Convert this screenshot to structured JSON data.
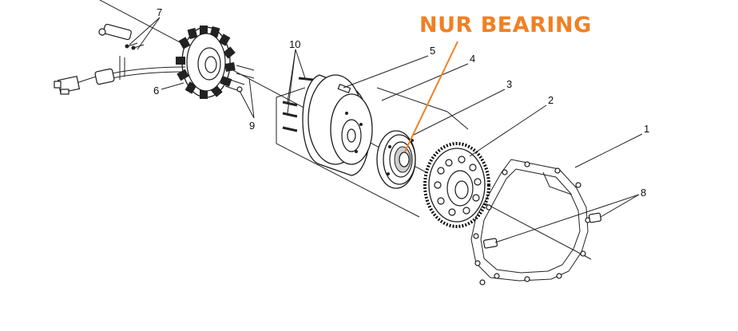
{
  "callout": {
    "title": "NUR BEARING",
    "color": "#F08024"
  },
  "part_numbers": {
    "p1": "1",
    "p2": "2",
    "p3": "3",
    "p4": "4",
    "p5": "5",
    "p6": "6",
    "p7": "7",
    "p8": "8",
    "p9": "9",
    "p10": "10"
  }
}
